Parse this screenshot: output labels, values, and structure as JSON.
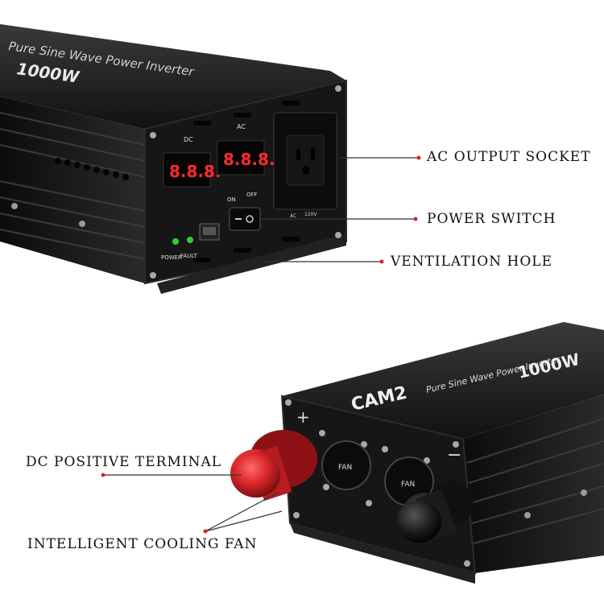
{
  "top_unit": {
    "label_dc": "DC",
    "label_ac": "AC",
    "display_dc": "8.8.8.",
    "display_ac": "8.8.8.",
    "switch_on": "ON",
    "switch_off": "OFF",
    "socket_ac": "AC",
    "socket_v": "120V",
    "led_power": "POWER",
    "led_fault": "FAULT",
    "case_title": "Pure Sine Wave Power Inverter",
    "case_watt": "1000W"
  },
  "bottom_unit": {
    "brand": "CAM2",
    "case_title": "Pure Sine Wave Power Inverter",
    "case_watt": "1000W",
    "plus": "+",
    "minus": "−",
    "fan_left": "FAN",
    "fan_right": "FAN"
  },
  "callouts": {
    "ac_output_socket": "AC OUTPUT SOCKET",
    "power_switch": "POWER SWITCH",
    "ventilation_hole": "VENTILATION HOLE",
    "dc_positive_terminal": "DC POSITIVE TERMINAL",
    "intelligent_cooling_fan": "INTELLIGENT COOLING FAN"
  },
  "colors": {
    "case": "#1a1a1a",
    "display_red": "#ff2a2a",
    "led_green": "#2fd12f",
    "terminal_red": "#d8262a",
    "callout_dot": "#d8262a"
  }
}
